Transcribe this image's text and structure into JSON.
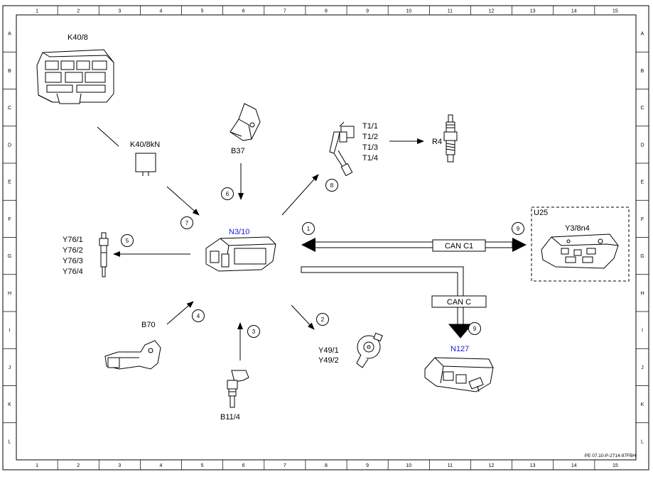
{
  "grid": {
    "columns": [
      "1",
      "2",
      "3",
      "4",
      "5",
      "6",
      "7",
      "8",
      "9",
      "10",
      "11",
      "12",
      "13",
      "14",
      "15"
    ],
    "rows": [
      "A",
      "B",
      "C",
      "D",
      "E",
      "F",
      "G",
      "H",
      "I",
      "J",
      "K",
      "L"
    ]
  },
  "footer_ref": "PE 07.10-P-2714-97FBH",
  "components": {
    "k40_8": "K40/8",
    "k40_8kn": "K40/8kN",
    "b37": "B37",
    "t1": [
      "T1/1",
      "T1/2",
      "T1/3",
      "T1/4"
    ],
    "r4": "R4",
    "u25": "U25",
    "y3_8n4": "Y3/8n4",
    "n3_10": "N3/10",
    "y76": [
      "Y76/1",
      "Y76/2",
      "Y76/3",
      "Y76/4"
    ],
    "b70": "B70",
    "b11_4": "B11/4",
    "y49": [
      "Y49/1",
      "Y49/2"
    ],
    "n127": "N127"
  },
  "callouts": {
    "c1": "1",
    "c2": "2",
    "c3": "3",
    "c4": "4",
    "c5": "5",
    "c6": "6",
    "c7": "7",
    "c8": "8",
    "c9a": "9",
    "c9b": "9"
  },
  "bus_labels": {
    "can_c1": "CAN C1",
    "can_c": "CAN C"
  },
  "colors": {
    "highlight_label": "#1a1adc",
    "line": "#000000"
  }
}
